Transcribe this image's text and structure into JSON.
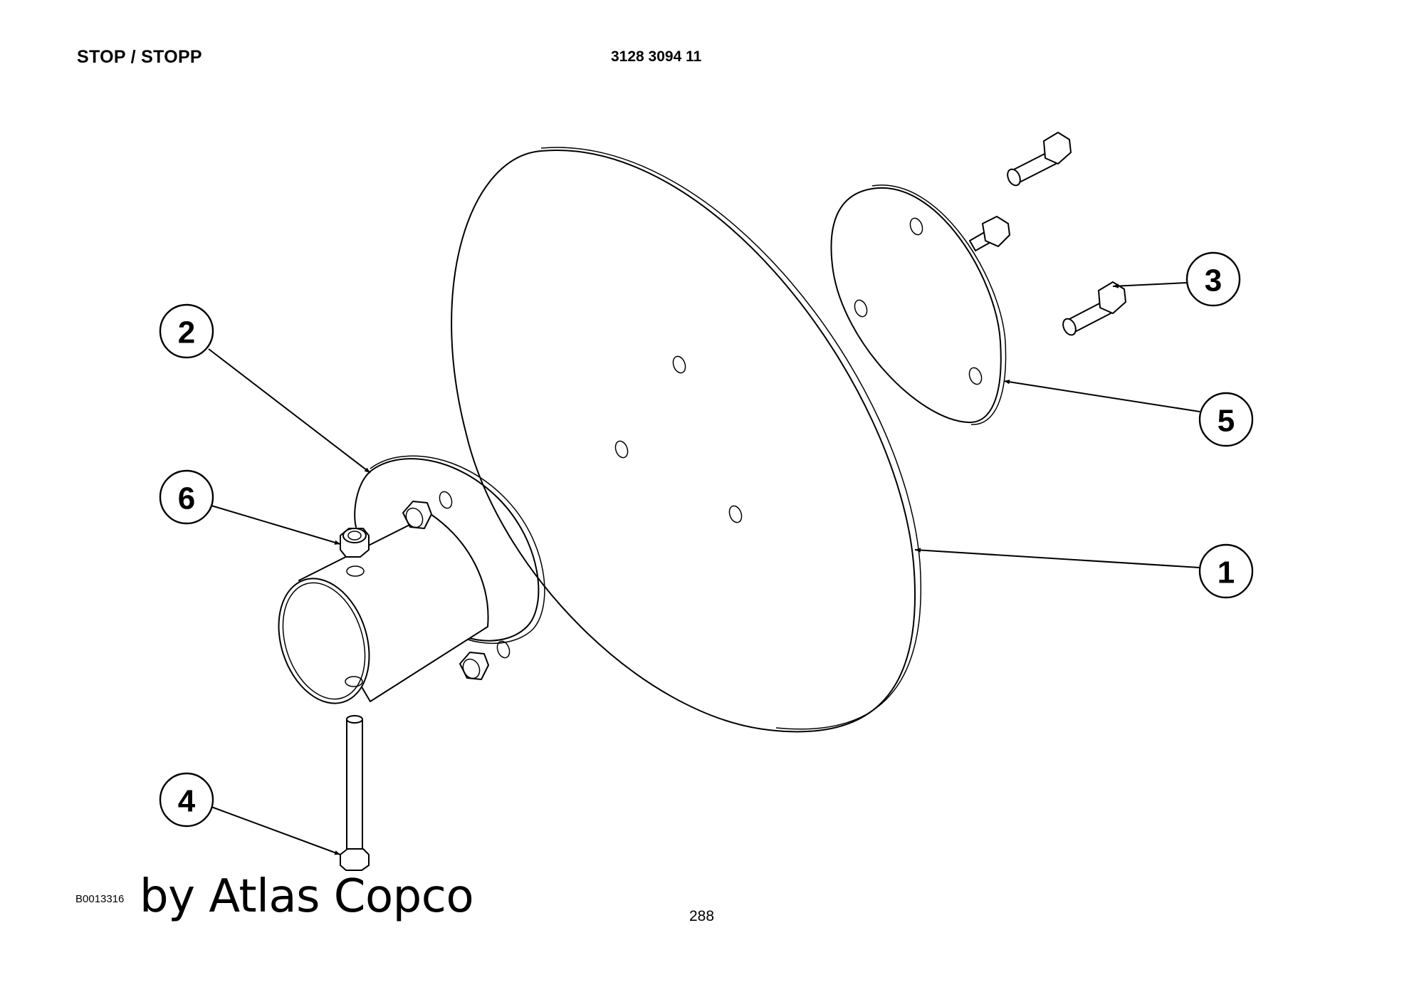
{
  "header": {
    "title": "STOP / STOPP",
    "part_number": "3128 3094 11"
  },
  "footer": {
    "drawing_ref": "B0013316",
    "watermark": "by Atlas Copco",
    "page_number": "288"
  },
  "callouts": [
    {
      "item": "1",
      "part": "large disc"
    },
    {
      "item": "2",
      "part": "hub with flange"
    },
    {
      "item": "3",
      "part": "hex bolt"
    },
    {
      "item": "4",
      "part": "long hex bolt"
    },
    {
      "item": "5",
      "part": "small disc / plate"
    },
    {
      "item": "6",
      "part": "lock nut"
    }
  ]
}
